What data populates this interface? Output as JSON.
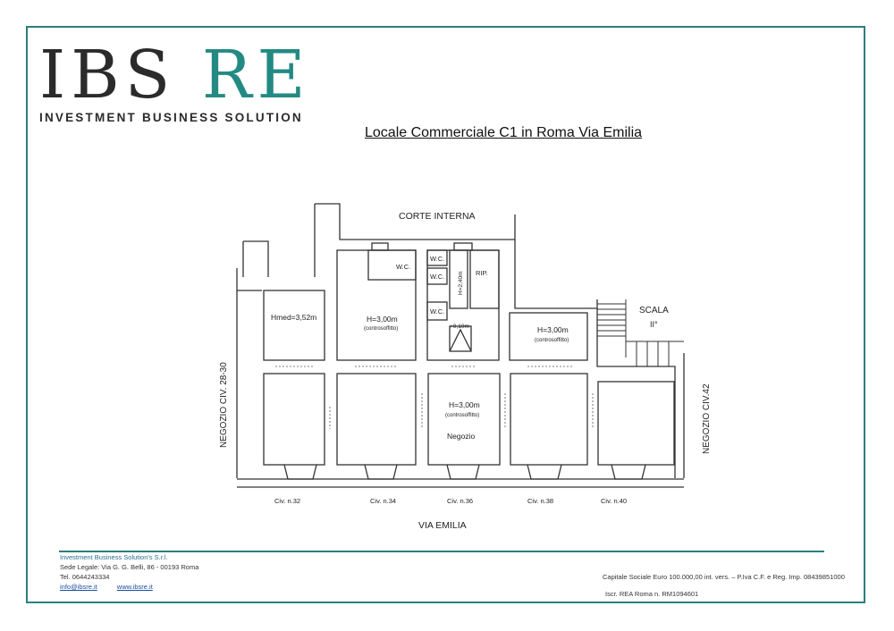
{
  "brand": {
    "logo_main": "IBS",
    "logo_accent": "RE",
    "tagline": "INVESTMENT BUSINESS SOLUTION"
  },
  "document": {
    "title": "Locale Commerciale C1 in Roma Via Emilia"
  },
  "plan": {
    "courtyard": "CORTE INTERNA",
    "street": "VIA EMILIA",
    "stair_label": "SCALA",
    "stair_floor": "II°",
    "neighbor_left": "NEGOZIO CIV. 28-30",
    "neighbor_right": "NEGOZIO CIV.42",
    "rooms": {
      "left_height": "Hmed=3,52m",
      "center_height": "H=3,00m",
      "center_ceiling": "(controsoffitto)",
      "wc1": "W.C.",
      "wc2": "W.C.",
      "wc3": "W.C.",
      "wc4": "W.C.",
      "wc_height": "H=2,40m",
      "rip": "RIP.",
      "step": "+0,10m",
      "right_height": "H=3,00m",
      "right_ceiling": "(controsoffitto)",
      "shop_height": "H=3,00m",
      "shop_ceiling": "(controsoffitto)",
      "shop_name": "Negozio"
    },
    "civics": [
      "Civ. n.32",
      "Civ. n.34",
      "Civ. n.36",
      "Civ. n.38",
      "Civ. n.40"
    ]
  },
  "footer": {
    "company": "Investment Business Solution's S.r.l.",
    "address": "Sede Legale: Via G. G. Belli, 86 - 00193 Roma",
    "phone": "Tel. 0644243334",
    "email": "info@ibsre.it",
    "website": "www.ibsre.it",
    "capital": "Capitale Sociale Euro 100.000,00 int. vers. – P.Iva C.F. e Reg. Imp. 08439851000",
    "rea": "Iscr. REA Roma n. RM1094601"
  }
}
